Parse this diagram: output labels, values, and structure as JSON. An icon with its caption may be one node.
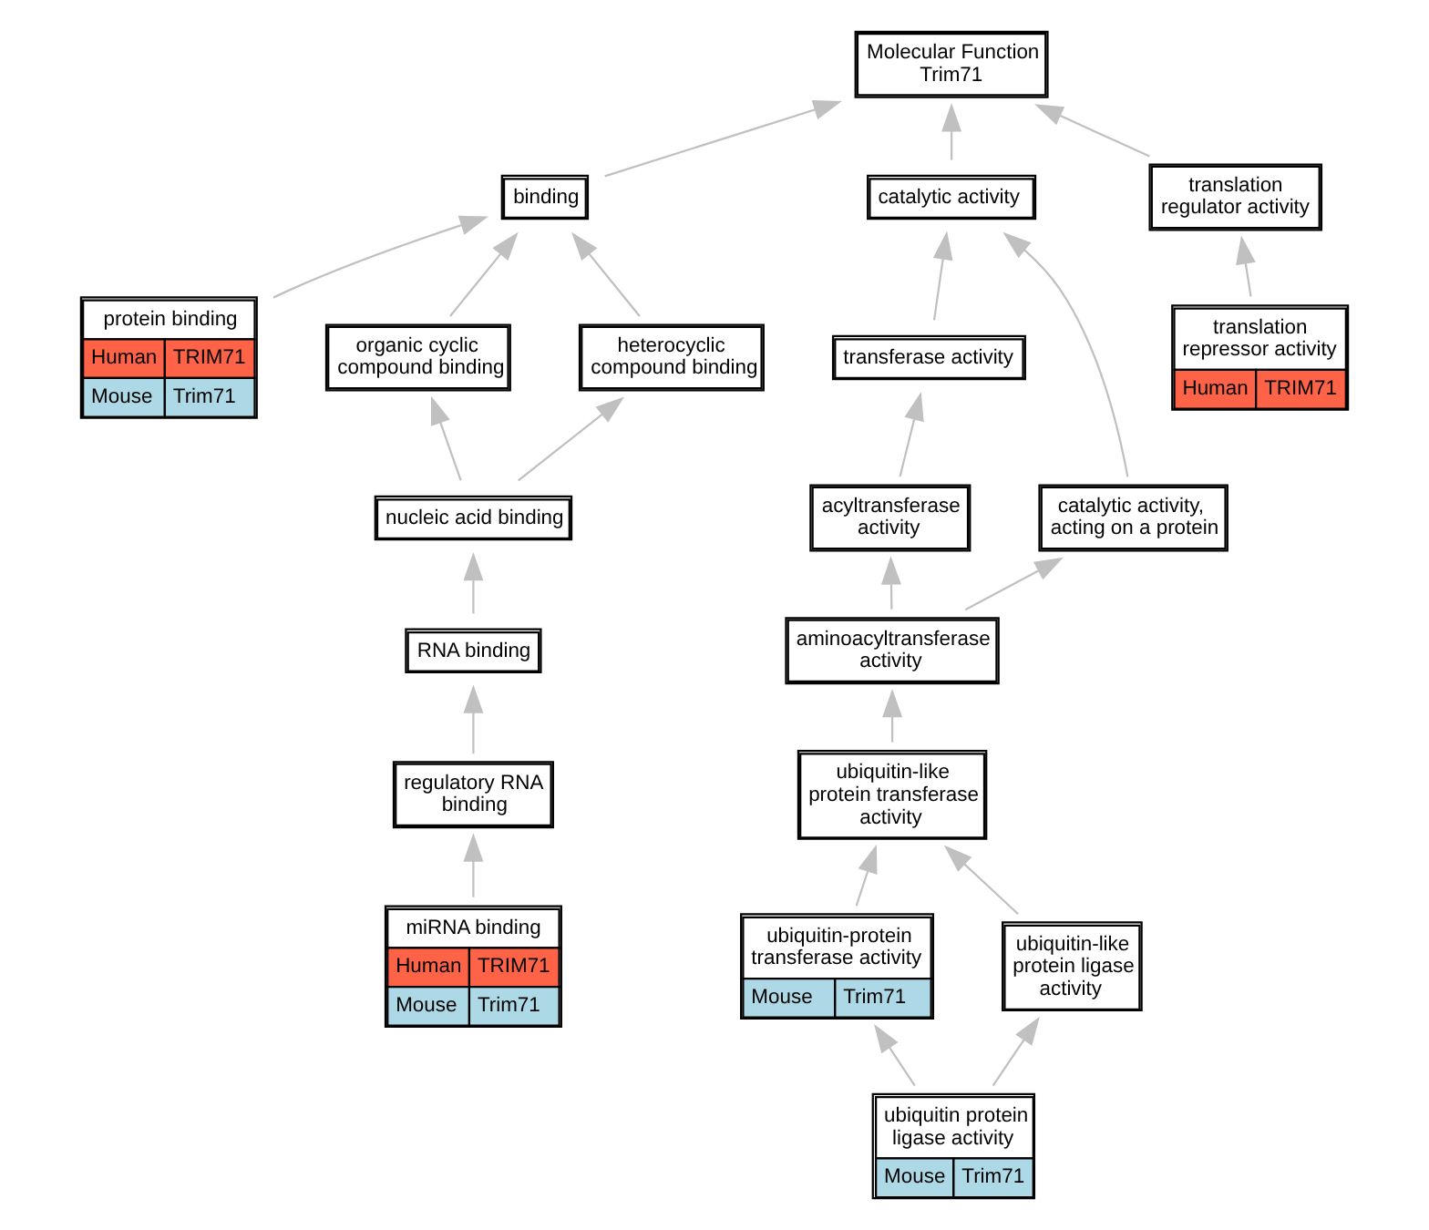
{
  "diagram": {
    "nodes": [
      {
        "text": [
          "Molecular Function Trim71"
        ]
      },
      {
        "text": [
          "binding"
        ]
      },
      {
        "text": [
          "catalytic activity"
        ]
      },
      {
        "text": [
          "translation regulator activity"
        ]
      },
      {
        "text": [
          "protein binding",
          "Human",
          "TRIM71",
          "Mouse",
          "Trim71"
        ]
      },
      {
        "text": [
          "organic cyclic compound binding"
        ]
      },
      {
        "text": [
          "heterocyclic compound binding"
        ]
      },
      {
        "text": [
          "transferase activity"
        ]
      },
      {
        "text": [
          "translation repressor activity",
          "Human",
          "TRIM71"
        ]
      },
      {
        "text": [
          "nucleic acid binding"
        ]
      },
      {
        "text": [
          "acyltransferase activity"
        ]
      },
      {
        "text": [
          "catalytic activity, acting on a protein"
        ]
      },
      {
        "text": [
          "RNA binding"
        ]
      },
      {
        "text": [
          "aminoacyltransferase activity"
        ]
      },
      {
        "text": [
          "regulatory RNA binding"
        ]
      },
      {
        "text": [
          "ubiquitin-like protein transferase activity"
        ]
      },
      {
        "text": [
          "miRNA binding",
          "Human",
          "TRIM71",
          "Mouse",
          "Trim71"
        ]
      },
      {
        "text": [
          "ubiquitin-protein transferase activity",
          "Mouse",
          "Trim71"
        ]
      },
      {
        "text": [
          "ubiquitin-like protein ligase activity"
        ]
      },
      {
        "text": [
          "ubiquitin protein ligase activity",
          "Mouse",
          "Trim71"
        ]
      }
    ],
    "edges": [
      {
        "from": 1,
        "to": 0,
        "arrow": "to"
      },
      {
        "from": 2,
        "to": 0,
        "arrow": "to"
      },
      {
        "from": 3,
        "to": 0,
        "arrow": "to"
      },
      {
        "from": 4,
        "to": 1,
        "arrow": "to"
      },
      {
        "from": 5,
        "to": 1,
        "arrow": "to"
      },
      {
        "from": 6,
        "to": 1,
        "arrow": "to"
      },
      {
        "from": 7,
        "to": 2,
        "arrow": "to"
      },
      {
        "from": 11,
        "to": 2,
        "arrow": "to"
      },
      {
        "from": 8,
        "to": 3,
        "arrow": "to"
      },
      {
        "from": 9,
        "to": 5,
        "arrow": "to"
      },
      {
        "from": 9,
        "to": 6,
        "arrow": "to"
      },
      {
        "from": 10,
        "to": 7,
        "arrow": "to"
      },
      {
        "from": 13,
        "to": 10,
        "arrow": "to"
      },
      {
        "from": 13,
        "to": 11,
        "arrow": "to"
      },
      {
        "from": 12,
        "to": 9,
        "arrow": "to"
      },
      {
        "from": 14,
        "to": 12,
        "arrow": "to"
      },
      {
        "from": 15,
        "to": 13,
        "arrow": "to"
      },
      {
        "from": 16,
        "to": 14,
        "arrow": "to"
      },
      {
        "from": 17,
        "to": 15,
        "arrow": "to"
      },
      {
        "from": 18,
        "to": 15,
        "arrow": "to"
      },
      {
        "from": 19,
        "to": 17,
        "arrow": "to"
      },
      {
        "from": 19,
        "to": 18,
        "arrow": "to"
      }
    ]
  }
}
